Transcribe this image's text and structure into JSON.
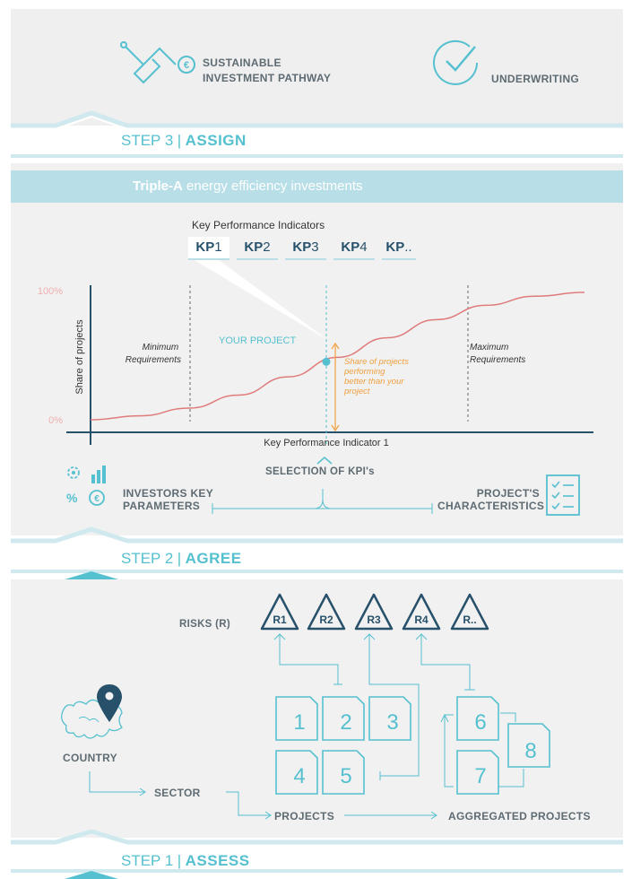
{
  "top": {
    "sustainable_line1": "SUSTAINABLE",
    "sustainable_line2": "INVESTMENT PATHWAY",
    "underwriting": "UNDERWRITING"
  },
  "step3": {
    "prefix": "STEP 3",
    "sep": "|",
    "name": "ASSIGN"
  },
  "banner": {
    "bold": "Triple-A",
    "rest": " energy efficiency investments"
  },
  "kpi": {
    "title": "Key Performance Indicators",
    "chips": [
      {
        "bold": "KP",
        "num": "1"
      },
      {
        "bold": "KP",
        "num": "2"
      },
      {
        "bold": "KP",
        "num": "3"
      },
      {
        "bold": "KP",
        "num": "4"
      },
      {
        "bold": "KP",
        "num": ".."
      }
    ]
  },
  "chart_data": {
    "type": "line",
    "ylabel": "Share of projects",
    "xlabel": "Key Performance Indicator 1",
    "y_ticks": [
      "100%",
      "0%"
    ],
    "ylim": [
      0,
      100
    ],
    "series": [
      {
        "x": [
          0,
          10,
          20,
          30,
          40,
          50,
          60,
          70,
          80,
          90,
          100
        ],
        "values": [
          0,
          3,
          9,
          19,
          33,
          48,
          63,
          77,
          88,
          95,
          98
        ]
      }
    ],
    "markers": {
      "minimum": "Minimum\nRequirements",
      "maximum": "Maximum\nRequirements",
      "project": "YOUR PROJECT",
      "share_note": "Share of projects\nperforming\nbetter than your\nproject"
    }
  },
  "kpi_selection": {
    "label": "SELECTION OF KPI's",
    "investors_line1": "INVESTORS KEY",
    "investors_line2": "PARAMETERS",
    "project_line1": "PROJECT'S",
    "project_line2": "CHARACTERISTICS"
  },
  "step2": {
    "prefix": "STEP 2",
    "sep": "|",
    "name": "AGREE"
  },
  "risks": {
    "label": "RISKS (R)",
    "items": [
      "R1",
      "R2",
      "R3",
      "R4",
      "R.."
    ]
  },
  "flow": {
    "country": "COUNTRY",
    "sector": "SECTOR",
    "projects": "PROJECTS",
    "aggregated": "AGGREGATED PROJECTS",
    "docs": [
      "1",
      "2",
      "3",
      "4",
      "5",
      "6",
      "7",
      "8"
    ]
  },
  "step1": {
    "prefix": "STEP 1",
    "sep": "|",
    "name": "ASSESS"
  },
  "colors": {
    "teal": "#55c0cf",
    "navy": "#27516a",
    "red": "#e07b7b",
    "orange": "#f0a040",
    "gray_bg": "#f1f1f1"
  }
}
